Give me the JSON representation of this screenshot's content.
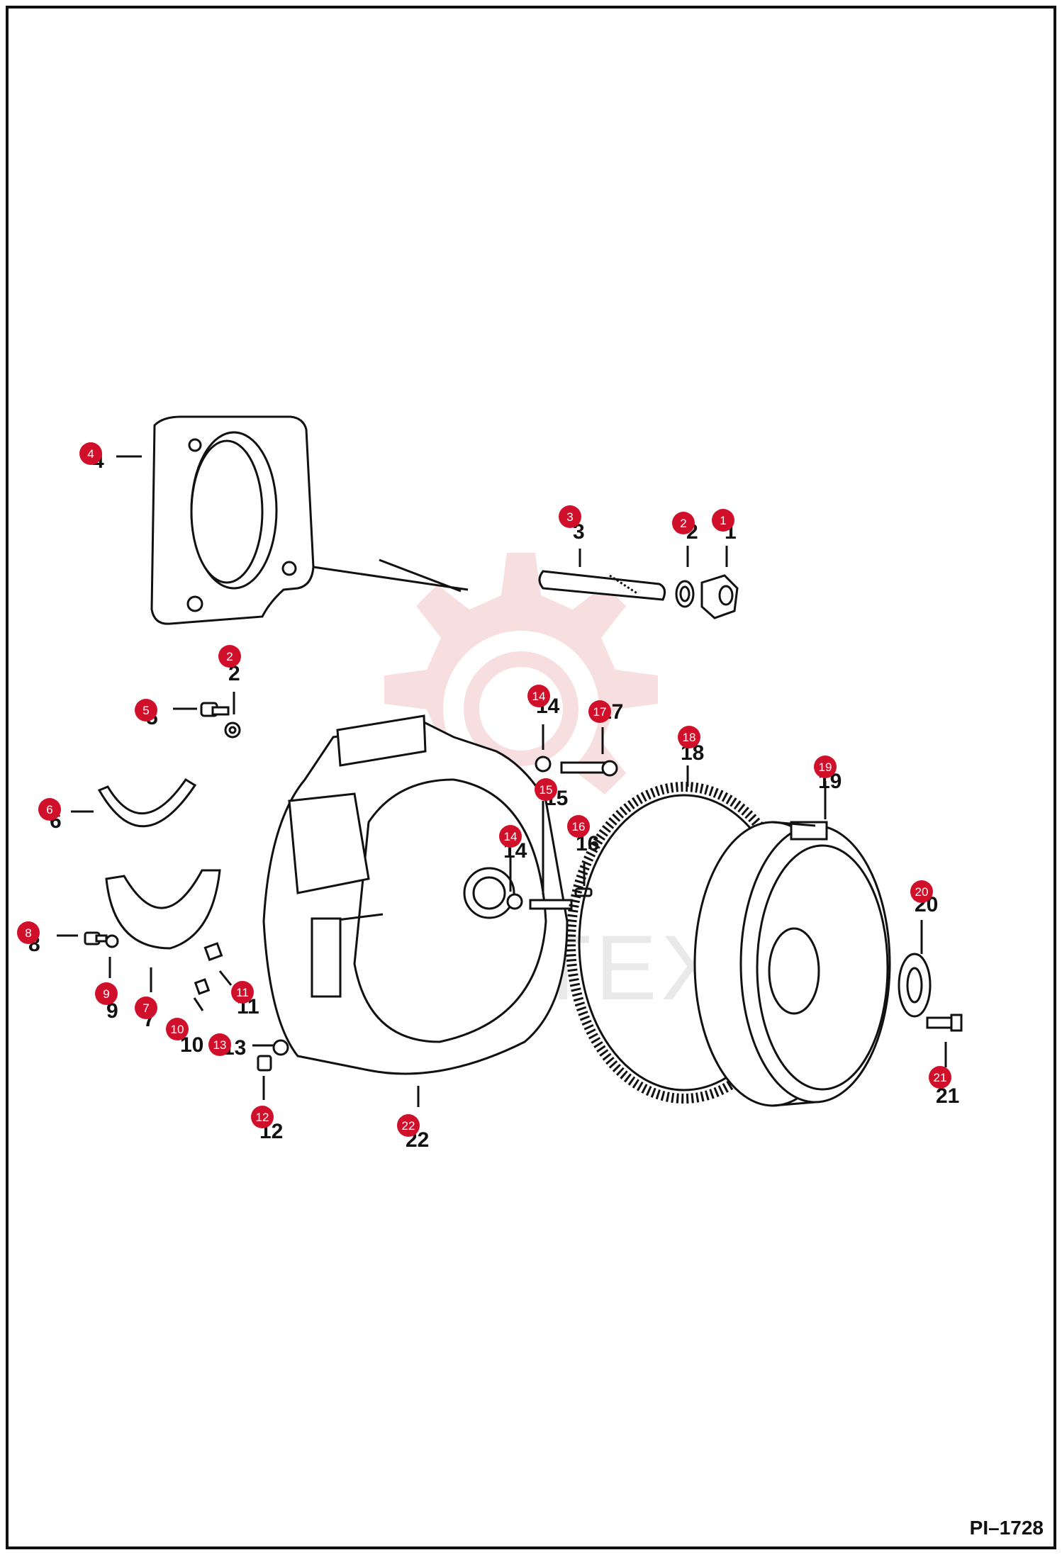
{
  "drawing_id": "PI–1728",
  "watermark_text": "ИНТЕХ",
  "colors": {
    "marker": "#d0102b",
    "line": "#111111",
    "watermark": "#f4c6c6"
  },
  "callouts": [
    {
      "marker": "1",
      "label": "1"
    },
    {
      "marker": "2",
      "label": "2"
    },
    {
      "marker": "3",
      "label": "3"
    },
    {
      "marker": "4",
      "label": "4"
    },
    {
      "marker": "2",
      "label": "2"
    },
    {
      "marker": "5",
      "label": "5"
    },
    {
      "marker": "6",
      "label": "6"
    },
    {
      "marker": "7",
      "label": "7"
    },
    {
      "marker": "8",
      "label": "8"
    },
    {
      "marker": "9",
      "label": "9"
    },
    {
      "marker": "10",
      "label": "10"
    },
    {
      "marker": "11",
      "label": "11"
    },
    {
      "marker": "12",
      "label": "12"
    },
    {
      "marker": "13",
      "label": "13"
    },
    {
      "marker": "14",
      "label": "14"
    },
    {
      "marker": "14",
      "label": "14"
    },
    {
      "marker": "15",
      "label": "15"
    },
    {
      "marker": "16",
      "label": "16"
    },
    {
      "marker": "17",
      "label": "17"
    },
    {
      "marker": "18",
      "label": "18"
    },
    {
      "marker": "19",
      "label": "19"
    },
    {
      "marker": "20",
      "label": "20"
    },
    {
      "marker": "21",
      "label": "21"
    },
    {
      "marker": "22",
      "label": "22"
    }
  ]
}
